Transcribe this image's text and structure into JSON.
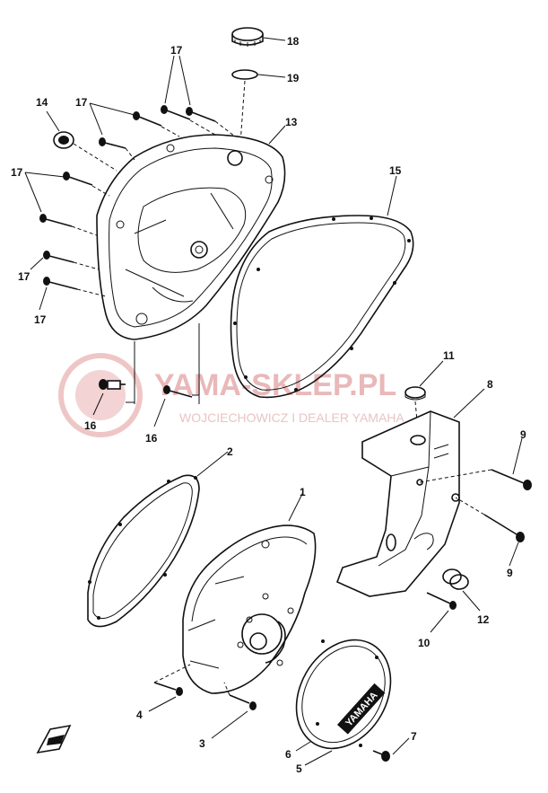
{
  "watermark": {
    "title": "YAMA-SKLEP.PL",
    "subtitle": "WOJCIECHOWICZ I DEALER YAMAHA"
  },
  "cover_badge_text": "YAMAHA",
  "callouts": {
    "c1": "1",
    "c2": "2",
    "c3": "3",
    "c4": "4",
    "c5": "5",
    "c6": "6",
    "c7": "7",
    "c8": "8",
    "c9a": "9",
    "c9b": "9",
    "c10": "10",
    "c11": "11",
    "c12": "12",
    "c13": "13",
    "c14": "14",
    "c15": "15",
    "c16a": "16",
    "c16b": "16",
    "c17a": "17",
    "c17b": "17",
    "c17c": "17",
    "c17d": "17",
    "c17e": "17",
    "c18": "18",
    "c19": "19"
  },
  "colors": {
    "line": "#111111",
    "watermark": "#e9b8b8"
  }
}
